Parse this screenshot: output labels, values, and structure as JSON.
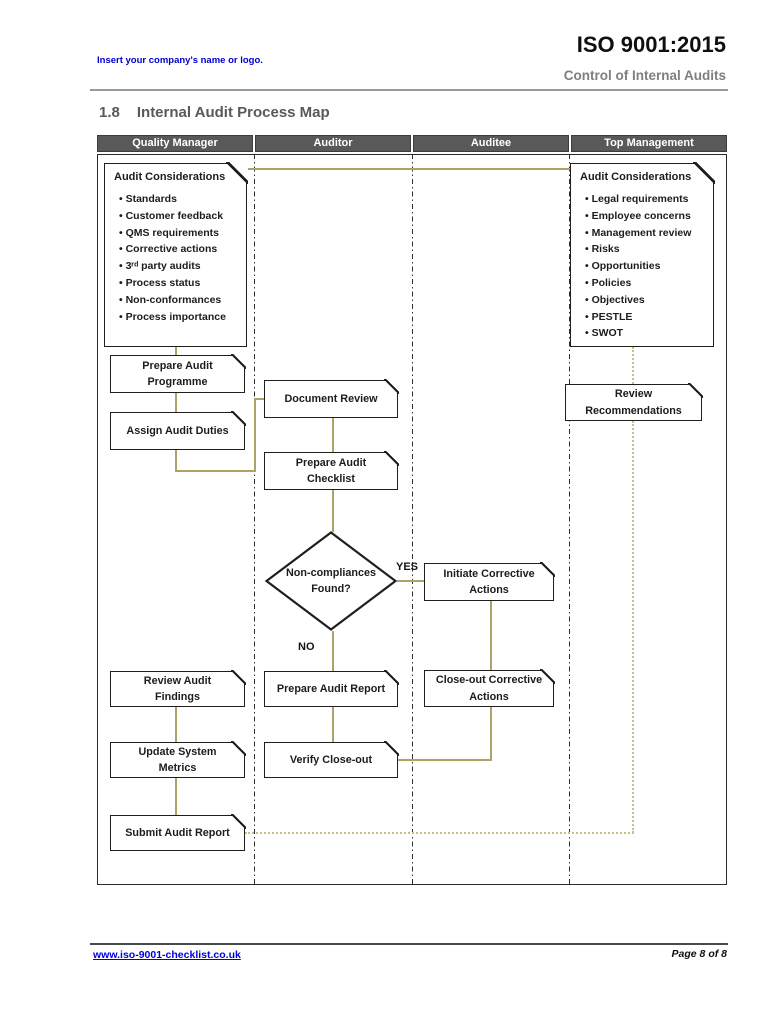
{
  "page": {
    "header": {
      "company_note": "Insert your company's name or logo.",
      "standard_title": "ISO 9001:2015",
      "document_title": "Control of Internal Audits"
    },
    "section": {
      "number": "1.8",
      "title": "Internal Audit Process Map"
    },
    "footer": {
      "website": "www.iso-9001-checklist.co.uk",
      "page_label": "Page 8 of 8"
    }
  },
  "diagram": {
    "lanes": [
      "Quality Manager",
      "Auditor",
      "Auditee",
      "Top Management"
    ],
    "qm_considerations": {
      "title": "Audit Considerations",
      "items": [
        "Standards",
        "Customer feedback",
        "QMS requirements",
        "Corrective actions",
        "3ʳᵈ party audits",
        "Process status",
        "Non-conformances",
        "Process importance"
      ]
    },
    "tm_considerations": {
      "title": "Audit Considerations",
      "items": [
        "Legal requirements",
        "Employee concerns",
        "Management review",
        "Risks",
        "Opportunities",
        "Policies",
        "Objectives",
        "PESTLE",
        "SWOT"
      ]
    },
    "nodes": {
      "prepare_audit_programme": "Prepare Audit\nProgramme",
      "assign_audit_duties": "Assign Audit Duties",
      "document_review": "Document Review",
      "prepare_audit_checklist": "Prepare Audit\nChecklist",
      "initiate_corrective_actions": "Initiate Corrective\nActions",
      "close_out_corrective_actions": "Close-out Corrective\nActions",
      "prepare_audit_report": "Prepare Audit Report",
      "verify_close_out": "Verify Close-out",
      "review_audit_findings": "Review Audit\nFindings",
      "update_system_metrics": "Update System\nMetrics",
      "submit_audit_report": "Submit Audit Report",
      "review_recommendations": "Review\nRecommendations"
    },
    "decision": {
      "label": "Non-compliances\nFound?",
      "yes": "YES",
      "no": "NO"
    },
    "colors": {
      "lane_header_bg": "#58595B",
      "connector": "#AEA266",
      "connector_dotted": "#C9BE86",
      "box_border": "#1F1F1F"
    }
  }
}
